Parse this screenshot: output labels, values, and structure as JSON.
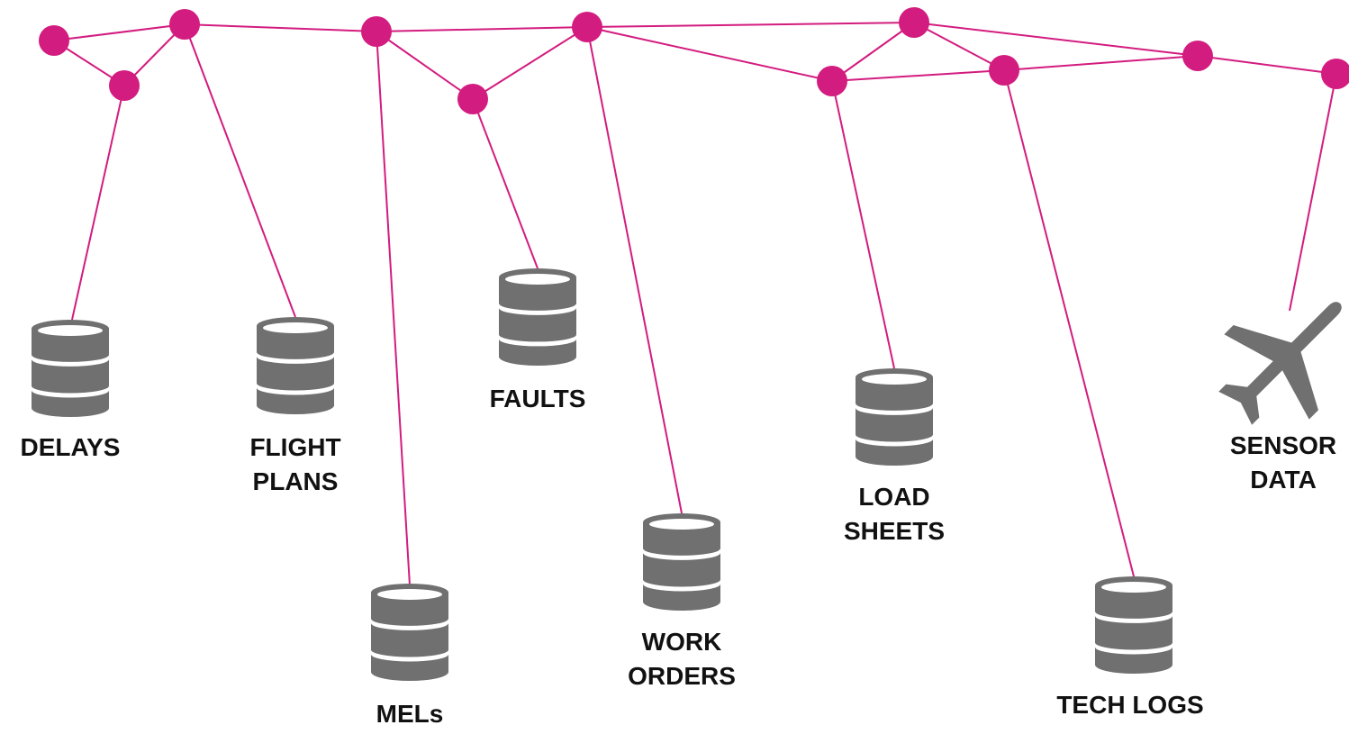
{
  "diagram": {
    "colors": {
      "network": "#d31c7f",
      "icon": "#707070",
      "text": "#111111"
    },
    "sources": [
      {
        "id": "delays",
        "icon": "database-icon",
        "lines": [
          "DELAYS"
        ]
      },
      {
        "id": "flight-plans",
        "icon": "database-icon",
        "lines": [
          "FLIGHT",
          "PLANS"
        ]
      },
      {
        "id": "mels",
        "icon": "database-icon",
        "lines": [
          "MELs"
        ]
      },
      {
        "id": "faults",
        "icon": "database-icon",
        "lines": [
          "FAULTS"
        ]
      },
      {
        "id": "work-orders",
        "icon": "database-icon",
        "lines": [
          "WORK",
          "ORDERS"
        ]
      },
      {
        "id": "load-sheets",
        "icon": "database-icon",
        "lines": [
          "LOAD",
          "SHEETS"
        ]
      },
      {
        "id": "tech-logs",
        "icon": "database-icon",
        "lines": [
          "TECH LOGS"
        ]
      },
      {
        "id": "sensor-data",
        "icon": "airplane-icon",
        "lines": [
          "SENSOR",
          "DATA"
        ]
      }
    ]
  }
}
